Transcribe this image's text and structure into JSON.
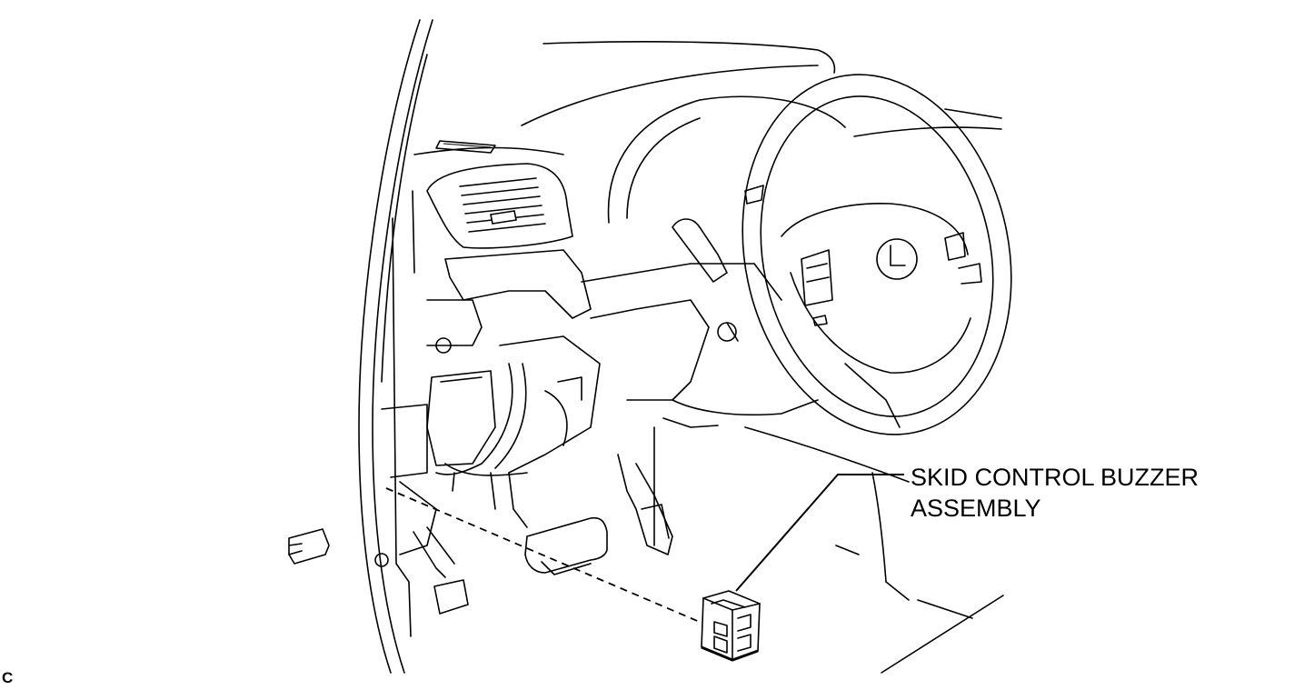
{
  "diagram": {
    "callout": {
      "line1": "SKID CONTROL BUZZER",
      "line2": "ASSEMBLY"
    },
    "figure_code": "C"
  },
  "colors": {
    "line": "#000000",
    "background": "#ffffff"
  }
}
